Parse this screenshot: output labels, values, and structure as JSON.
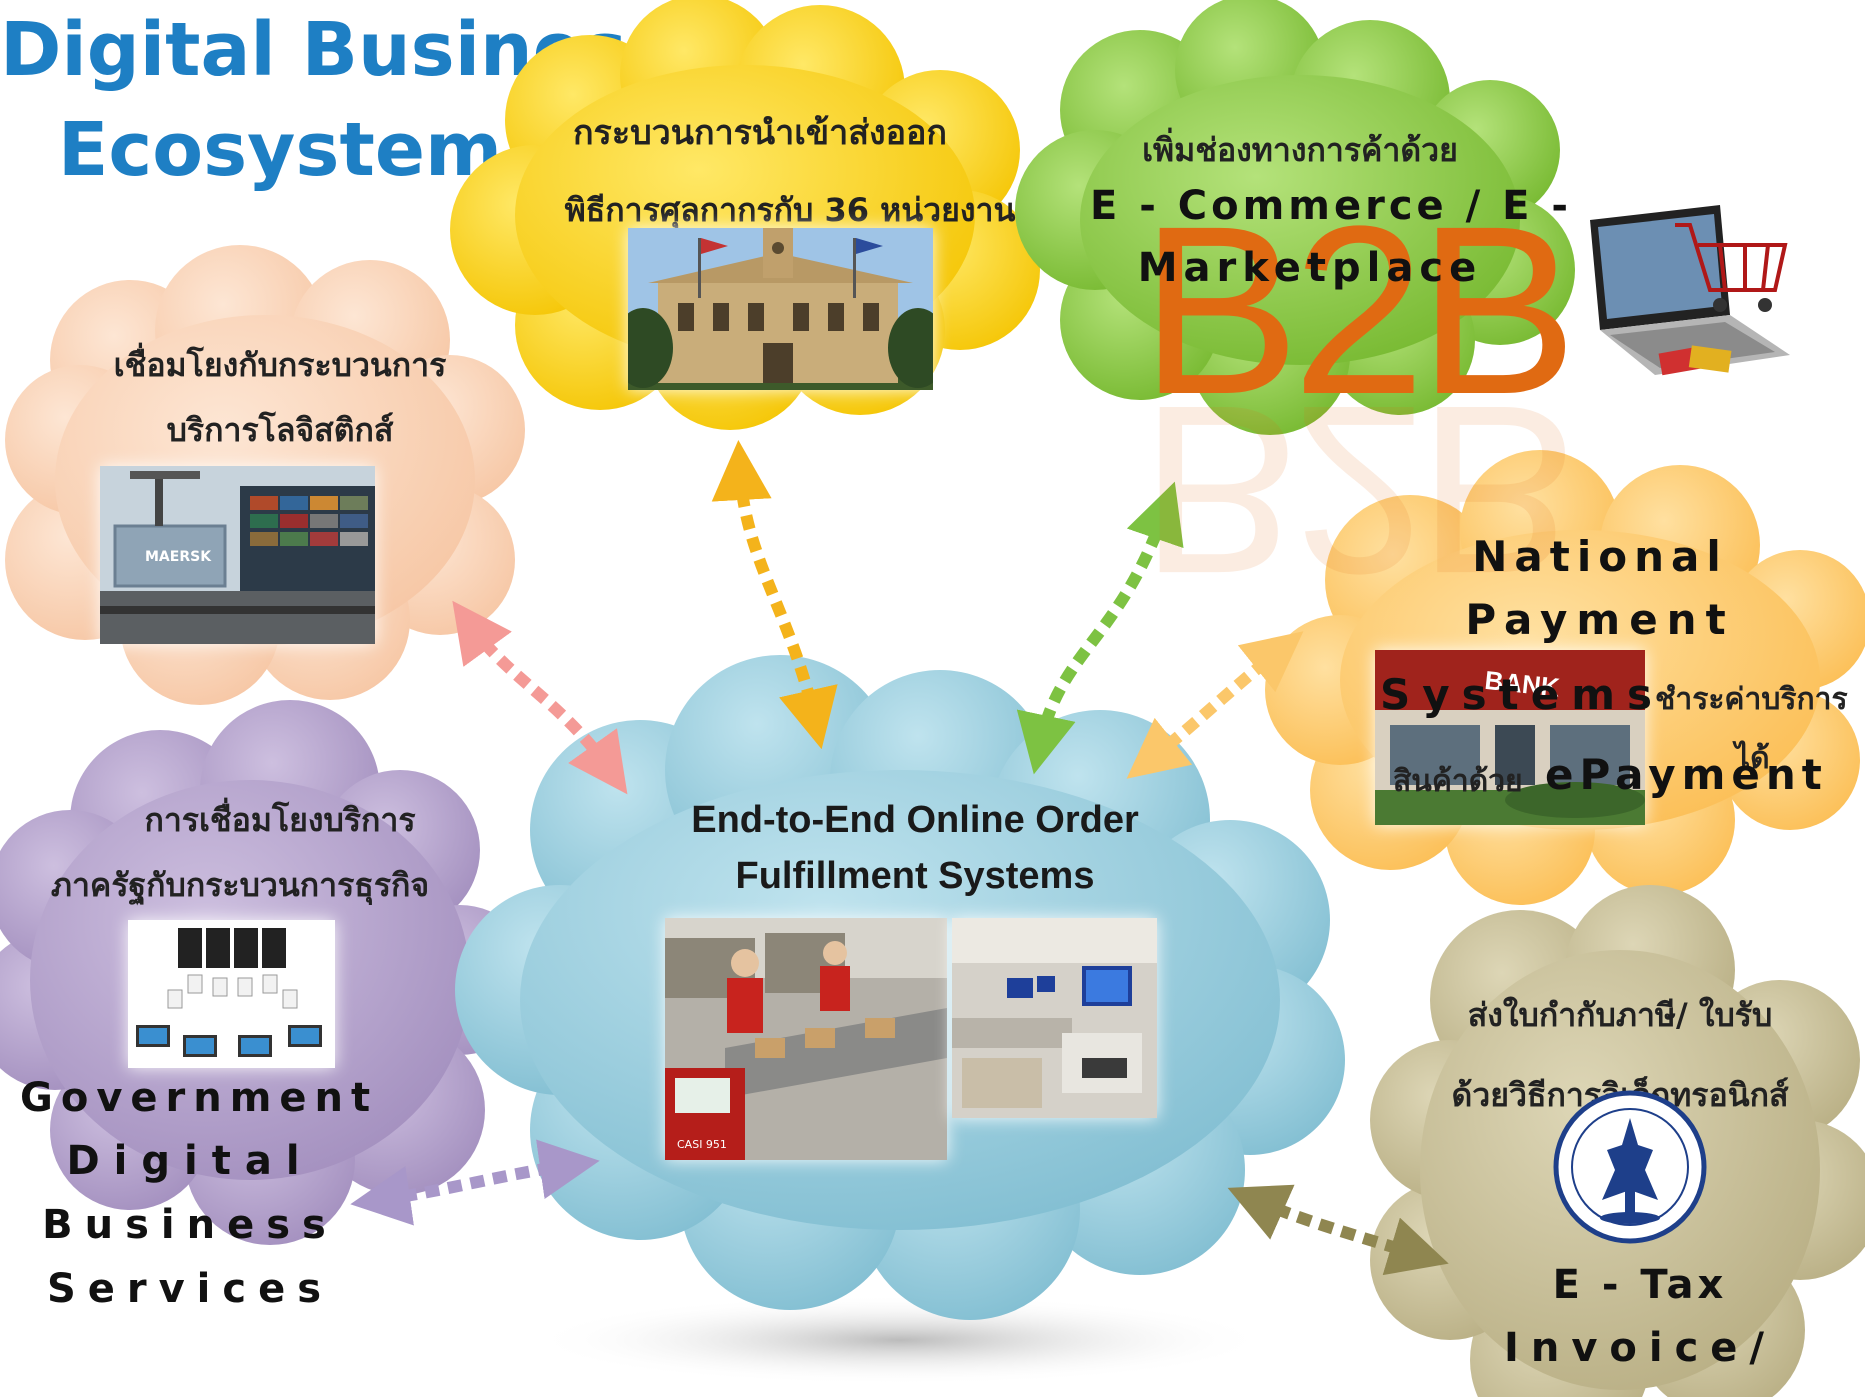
{
  "title": {
    "line1": "Digital Business",
    "line2": "Ecosystem"
  },
  "clouds": {
    "customs": {
      "line1": "กระบวนการนำเข้าส่งออก",
      "line2": "พิธีการศุลกากรกับ 36 หน่วยงาน",
      "color": "#f9cf0c"
    },
    "ecommerce": {
      "line1": "เพิ่มช่องทางการค้าด้วย",
      "line2": "E - Commerce / E -",
      "line3": "Marketplace",
      "overlay": "B2B",
      "color": "#88c63f"
    },
    "logistics": {
      "line1": "เชื่อมโยงกับกระบวนการ",
      "line2": "บริการโลจิสติกส์",
      "color": "#f9d2b5"
    },
    "payment": {
      "line1": "National",
      "line2": "Payment",
      "line3": "Systems",
      "thai1": "ชำระค่าบริการ",
      "thai2": "ได้",
      "thai3": "สินค้าด้วย",
      "line4": "ePayment",
      "bank_sign": "BANK",
      "color": "#fdc868"
    },
    "government": {
      "line1": "การเชื่อมโยงบริการ",
      "line2": "ภาครัฐกับกระบวนการธุรกิจ",
      "eng1": "Government",
      "eng2": "Digital",
      "eng3": "Business",
      "eng4": "Services",
      "color": "#b19fc7"
    },
    "center": {
      "line1": "End-to-End Online Order",
      "line2": "Fulfillment Systems",
      "color": "#8fc9da"
    },
    "etax": {
      "line1": "ส่งใบกำกับภาษี/ ใบรับ",
      "line2": "ด้วยวิธีการอิเล็กทรอนิกส์",
      "eng1": "E - Tax",
      "eng2": "Invoice/",
      "color": "#c6bd95"
    }
  },
  "arrows": {
    "customs_color": "#f4b31b",
    "ecommerce_color": "#7dc242",
    "logistics_color": "#f49a96",
    "payment_color": "#fbc76a",
    "government_color": "#a897c9",
    "etax_color": "#8f8650"
  }
}
